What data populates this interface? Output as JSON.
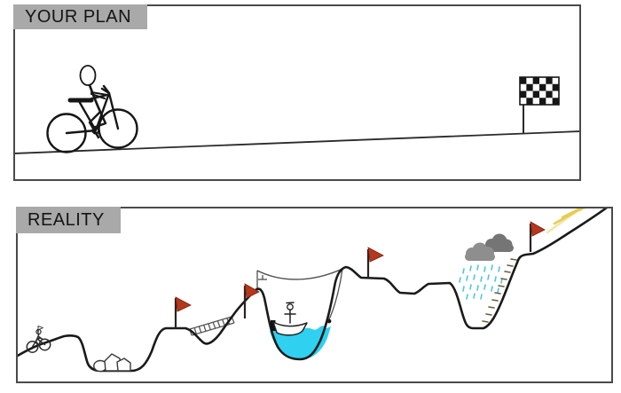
{
  "panels": {
    "plan": {
      "title": "YOUR PLAN",
      "icons": [
        "cyclist-icon",
        "smooth-uphill-road",
        "checkered-finish-flag-icon"
      ]
    },
    "reality": {
      "title": "REALITY",
      "icons": [
        "cyclist-icon",
        "rocks-icon",
        "red-flag-icon",
        "ladder-bridge-icon",
        "zipline-icon",
        "trapeze-handle-icon",
        "water-pit",
        "boat-icon",
        "person-in-boat-icon",
        "rope-hook-icon",
        "rain-cloud-icon",
        "rain-drops-icon",
        "hatched-slope-icon",
        "sun-rays-icon"
      ]
    }
  },
  "colors": {
    "label_background": "#a9a9a9",
    "panel_border": "#4a4a4a",
    "line_art": "#1a1a1a",
    "water": "#2fd0f0",
    "flag_red": "#b5371d",
    "flag_red_edge": "#7c2010",
    "cloud_gray_light": "#8e8e8e",
    "cloud_gray_dark": "#757575",
    "rain_blue": "#4ec5de",
    "sun_yellow_pale": "#f2e7a4",
    "sun_yellow_bright": "#e6cd52",
    "hatch_brown": "#6e5b3e"
  }
}
